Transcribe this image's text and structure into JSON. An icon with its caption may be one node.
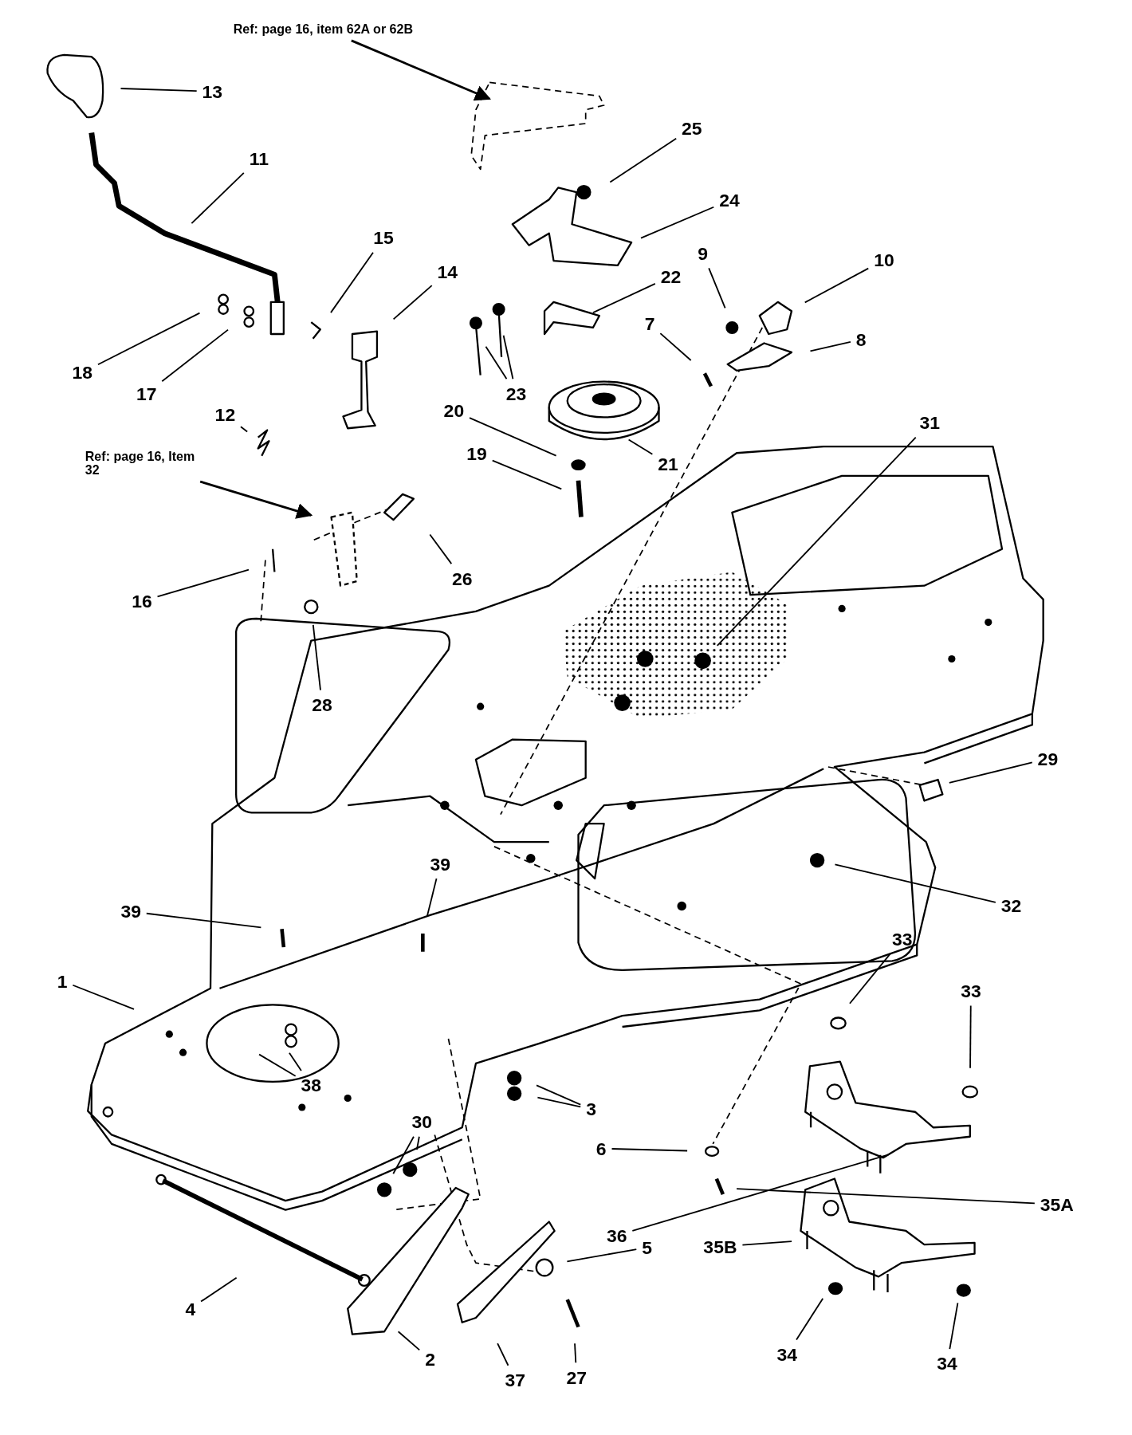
{
  "diagram": {
    "nodes": [
      {
        "text": [
          "Ref: page 16, item 62A or 62B"
        ]
      },
      {
        "text": [
          "13"
        ]
      },
      {
        "text": [
          "25"
        ]
      },
      {
        "text": [
          "11"
        ]
      },
      {
        "text": [
          "24"
        ]
      },
      {
        "text": [
          "15"
        ]
      },
      {
        "text": [
          "10"
        ]
      },
      {
        "text": [
          "9"
        ]
      },
      {
        "text": [
          "14"
        ]
      },
      {
        "text": [
          "22"
        ]
      },
      {
        "text": [
          "8"
        ]
      },
      {
        "text": [
          "7"
        ]
      },
      {
        "text": [
          "18"
        ]
      },
      {
        "text": [
          "17"
        ]
      },
      {
        "text": [
          "23"
        ]
      },
      {
        "text": [
          "12"
        ]
      },
      {
        "text": [
          "20"
        ]
      },
      {
        "text": [
          "31"
        ]
      },
      {
        "text": [
          "Ref: page 16, Item 32"
        ]
      },
      {
        "text": [
          "19"
        ]
      },
      {
        "text": [
          "21"
        ]
      },
      {
        "text": [
          "26"
        ]
      },
      {
        "text": [
          "16"
        ]
      },
      {
        "text": [
          "28"
        ]
      },
      {
        "text": [
          "29"
        ]
      },
      {
        "text": [
          "39"
        ]
      },
      {
        "text": [
          "32"
        ]
      },
      {
        "text": [
          "39"
        ]
      },
      {
        "text": [
          "33"
        ]
      },
      {
        "text": [
          "1"
        ]
      },
      {
        "text": [
          "33"
        ]
      },
      {
        "text": [
          "38"
        ]
      },
      {
        "text": [
          "3"
        ]
      },
      {
        "text": [
          "30"
        ]
      },
      {
        "text": [
          "6"
        ]
      },
      {
        "text": [
          "35A"
        ]
      },
      {
        "text": [
          "36"
        ]
      },
      {
        "text": [
          "5"
        ]
      },
      {
        "text": [
          "35B"
        ]
      },
      {
        "text": [
          "4"
        ]
      },
      {
        "text": [
          "34"
        ]
      },
      {
        "text": [
          "2"
        ]
      },
      {
        "text": [
          "37"
        ]
      },
      {
        "text": [
          "27"
        ]
      },
      {
        "text": [
          "34"
        ]
      }
    ],
    "edges": [
      {
        "from": 0,
        "to": null,
        "arrow": "to"
      },
      {
        "from": 1,
        "to": null,
        "arrow": "none"
      },
      {
        "from": 2,
        "to": null,
        "arrow": "none"
      },
      {
        "from": 3,
        "to": null,
        "arrow": "none"
      },
      {
        "from": 4,
        "to": null,
        "arrow": "none"
      },
      {
        "from": 5,
        "to": null,
        "arrow": "none"
      },
      {
        "from": 6,
        "to": null,
        "arrow": "none"
      },
      {
        "from": 7,
        "to": null,
        "arrow": "none"
      },
      {
        "from": 8,
        "to": null,
        "arrow": "none"
      },
      {
        "from": 9,
        "to": null,
        "arrow": "none"
      },
      {
        "from": 10,
        "to": null,
        "arrow": "none"
      },
      {
        "from": 11,
        "to": null,
        "arrow": "none"
      },
      {
        "from": 12,
        "to": null,
        "arrow": "none"
      },
      {
        "from": 13,
        "to": null,
        "arrow": "none"
      },
      {
        "from": 14,
        "to": null,
        "arrow": "none"
      },
      {
        "from": 14,
        "to": null,
        "arrow": "none"
      },
      {
        "from": 15,
        "to": null,
        "arrow": "none"
      },
      {
        "from": 16,
        "to": null,
        "arrow": "none"
      },
      {
        "from": 17,
        "to": null,
        "arrow": "none"
      },
      {
        "from": 18,
        "to": null,
        "arrow": "to"
      },
      {
        "from": 19,
        "to": null,
        "arrow": "none"
      },
      {
        "from": 20,
        "to": null,
        "arrow": "none"
      },
      {
        "from": 21,
        "to": null,
        "arrow": "none"
      },
      {
        "from": 22,
        "to": null,
        "arrow": "none"
      },
      {
        "from": 23,
        "to": null,
        "arrow": "none"
      },
      {
        "from": 24,
        "to": null,
        "arrow": "none"
      },
      {
        "from": 25,
        "to": null,
        "arrow": "none"
      },
      {
        "from": 26,
        "to": null,
        "arrow": "none"
      },
      {
        "from": 27,
        "to": null,
        "arrow": "none"
      },
      {
        "from": 28,
        "to": null,
        "arrow": "none"
      },
      {
        "from": 29,
        "to": null,
        "arrow": "none"
      },
      {
        "from": 30,
        "to": null,
        "arrow": "none"
      },
      {
        "from": 31,
        "to": null,
        "arrow": "none"
      },
      {
        "from": 31,
        "to": null,
        "arrow": "none"
      },
      {
        "from": 32,
        "to": null,
        "arrow": "none"
      },
      {
        "from": 32,
        "to": null,
        "arrow": "none"
      },
      {
        "from": 33,
        "to": null,
        "arrow": "none"
      },
      {
        "from": 33,
        "to": null,
        "arrow": "none"
      },
      {
        "from": 34,
        "to": null,
        "arrow": "none"
      },
      {
        "from": 35,
        "to": null,
        "arrow": "none"
      },
      {
        "from": 36,
        "to": null,
        "arrow": "none"
      },
      {
        "from": 37,
        "to": null,
        "arrow": "none"
      },
      {
        "from": 38,
        "to": null,
        "arrow": "none"
      },
      {
        "from": 39,
        "to": null,
        "arrow": "none"
      },
      {
        "from": 40,
        "to": null,
        "arrow": "none"
      },
      {
        "from": 41,
        "to": null,
        "arrow": "none"
      },
      {
        "from": 42,
        "to": null,
        "arrow": "none"
      },
      {
        "from": 43,
        "to": null,
        "arrow": "none"
      },
      {
        "from": 44,
        "to": null,
        "arrow": "none"
      }
    ]
  }
}
